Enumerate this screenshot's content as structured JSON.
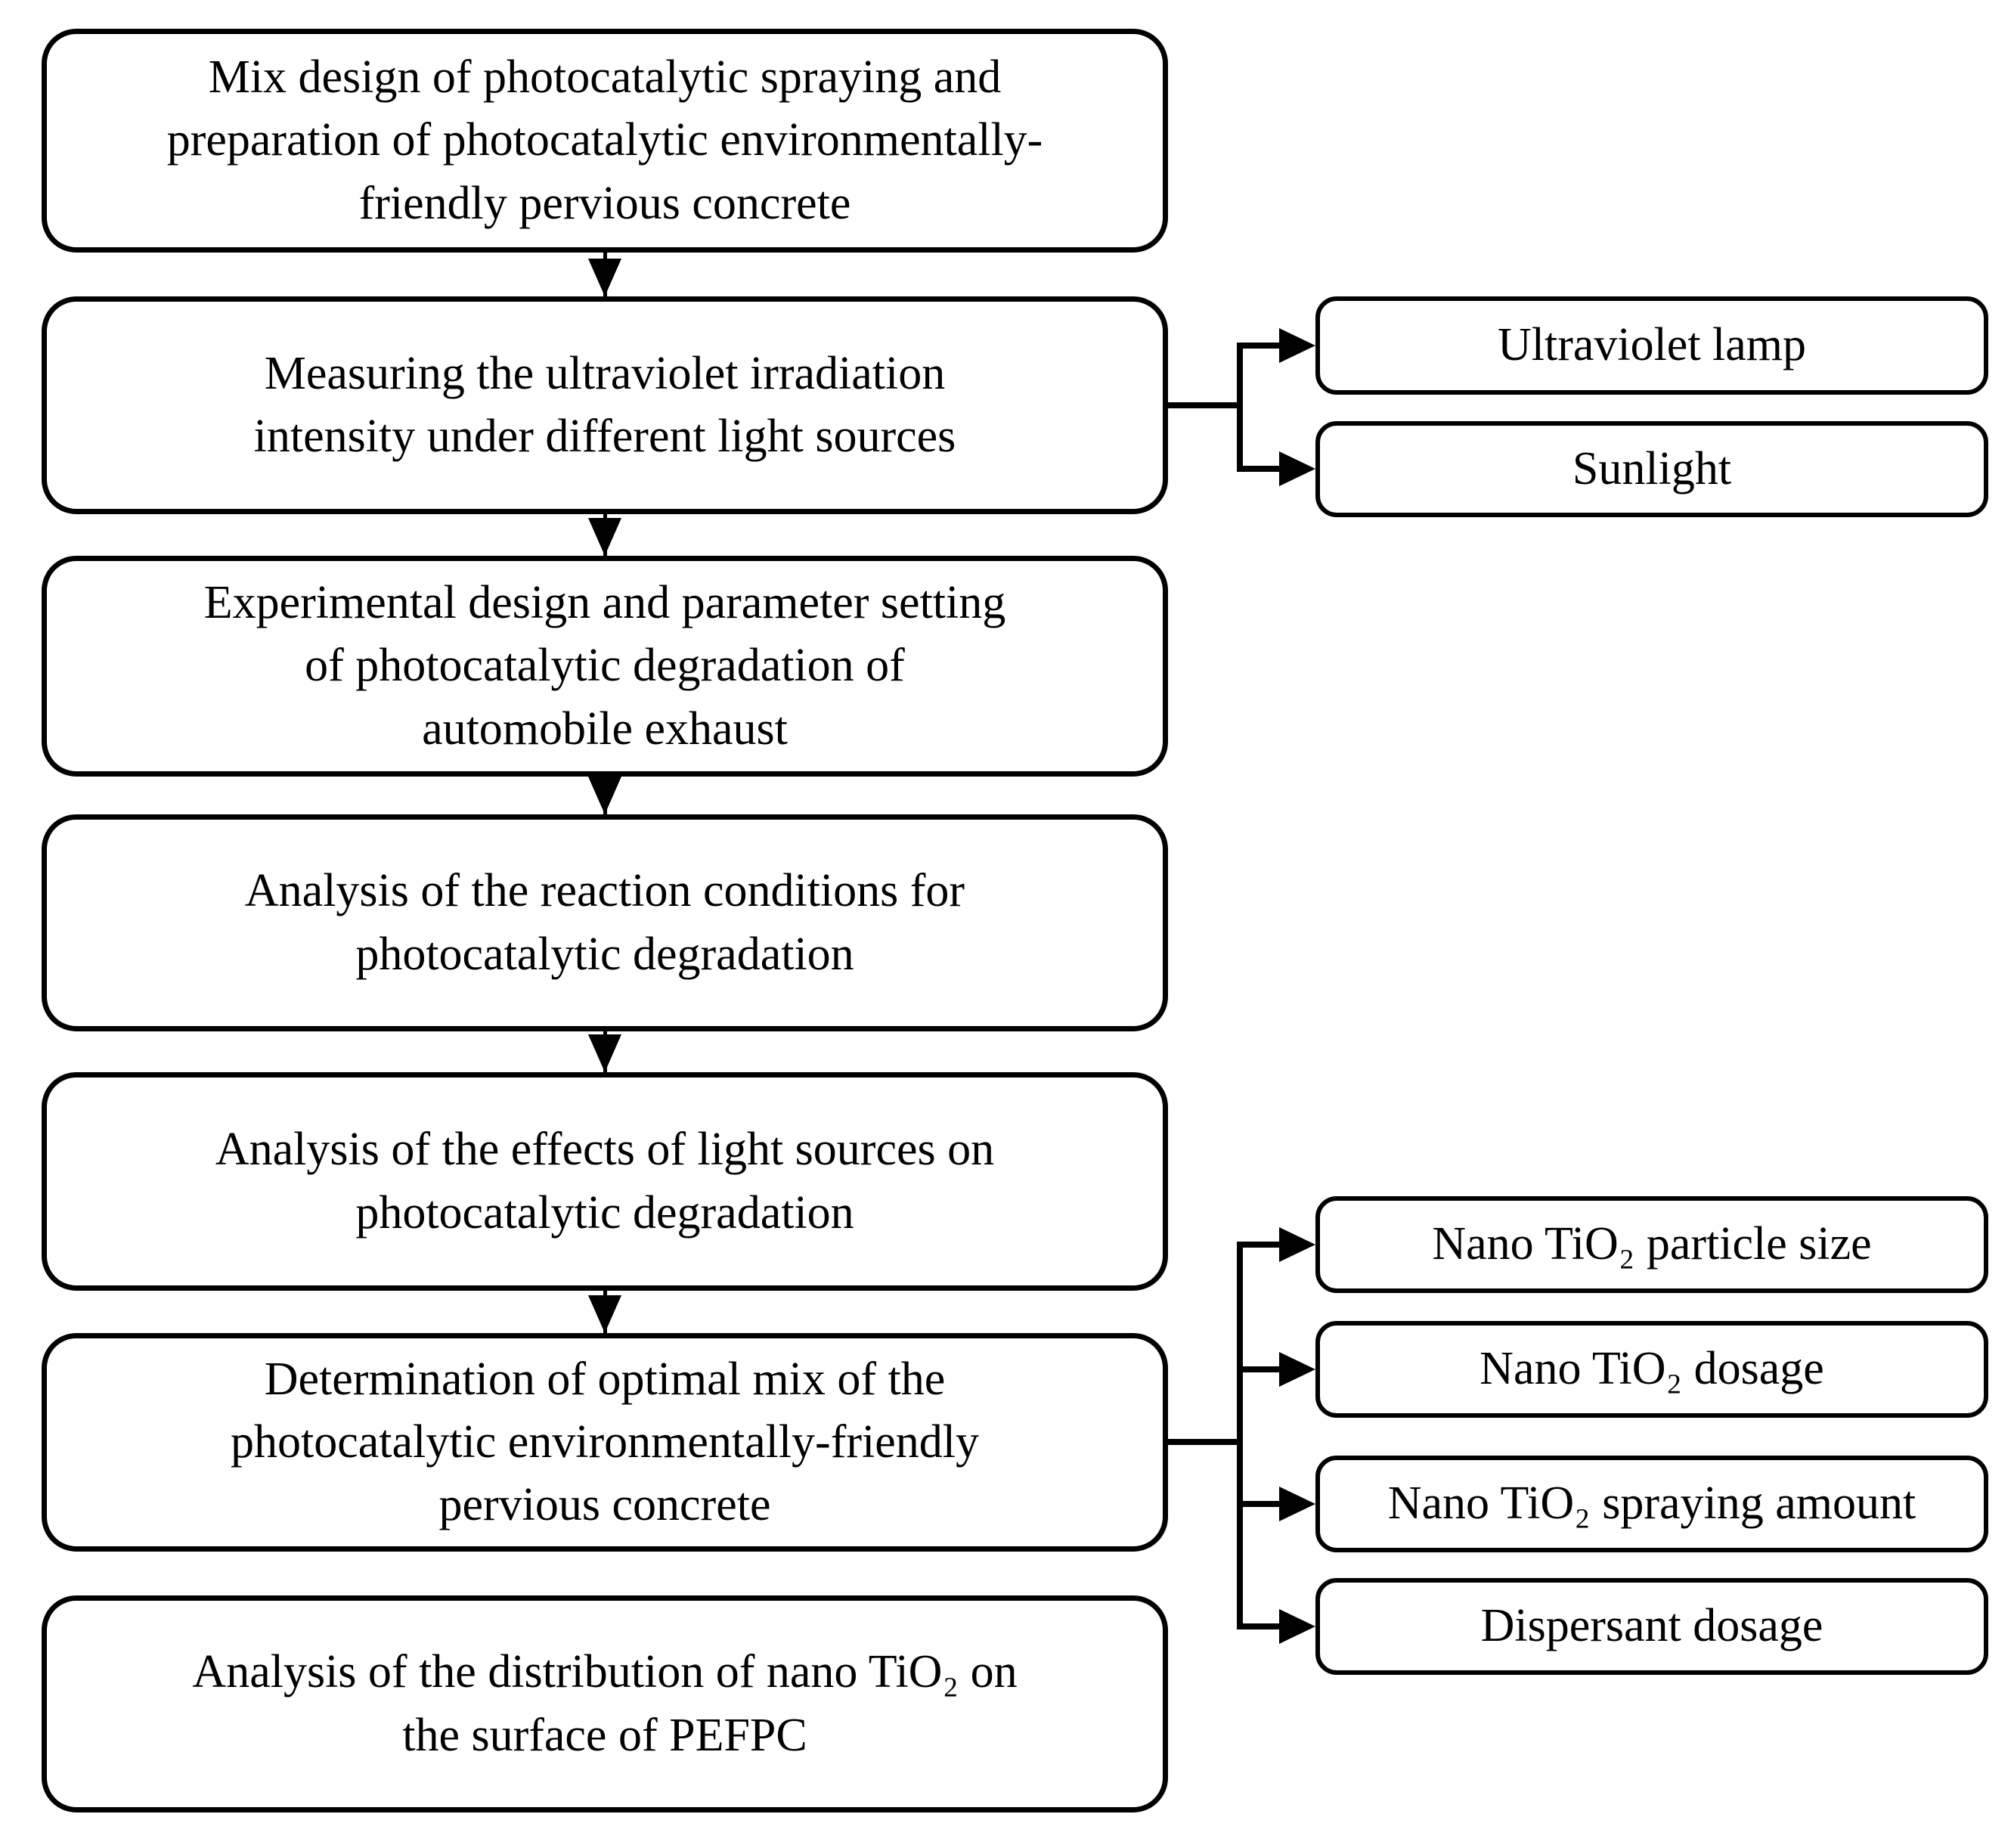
{
  "figure": {
    "background_color": "#ffffff",
    "ink_color": "#000000",
    "main_flow": [
      {
        "label": "Mix design of photocatalytic spraying and\npreparation of photocatalytic environmentally-\nfriendly pervious concrete"
      },
      {
        "label": "Measuring the ultraviolet irradiation\nintensity under different light sources"
      },
      {
        "label": "Experimental design and parameter setting\nof photocatalytic degradation of\nautomobile exhaust"
      },
      {
        "label": "Analysis of the reaction conditions for\nphotocatalytic degradation"
      },
      {
        "label": "Analysis of the effects of light sources on\nphotocatalytic degradation"
      },
      {
        "label": "Determination of optimal mix of the\nphotocatalytic environmentally-friendly\npervious concrete"
      },
      {
        "label": "Analysis of the distribution of nano TiO₂ on\nthe surface of PEFPC"
      }
    ],
    "light_source_branch": {
      "targets": [
        {
          "label": "Ultraviolet lamp"
        },
        {
          "label": "Sunlight"
        }
      ]
    },
    "mix_factor_branch": {
      "targets": [
        {
          "label": "Nano TiO₂ particle size"
        },
        {
          "label": "Nano TiO₂ dosage"
        },
        {
          "label": "Nano TiO₂ spraying amount"
        },
        {
          "label": "Dispersant dosage"
        }
      ]
    }
  }
}
